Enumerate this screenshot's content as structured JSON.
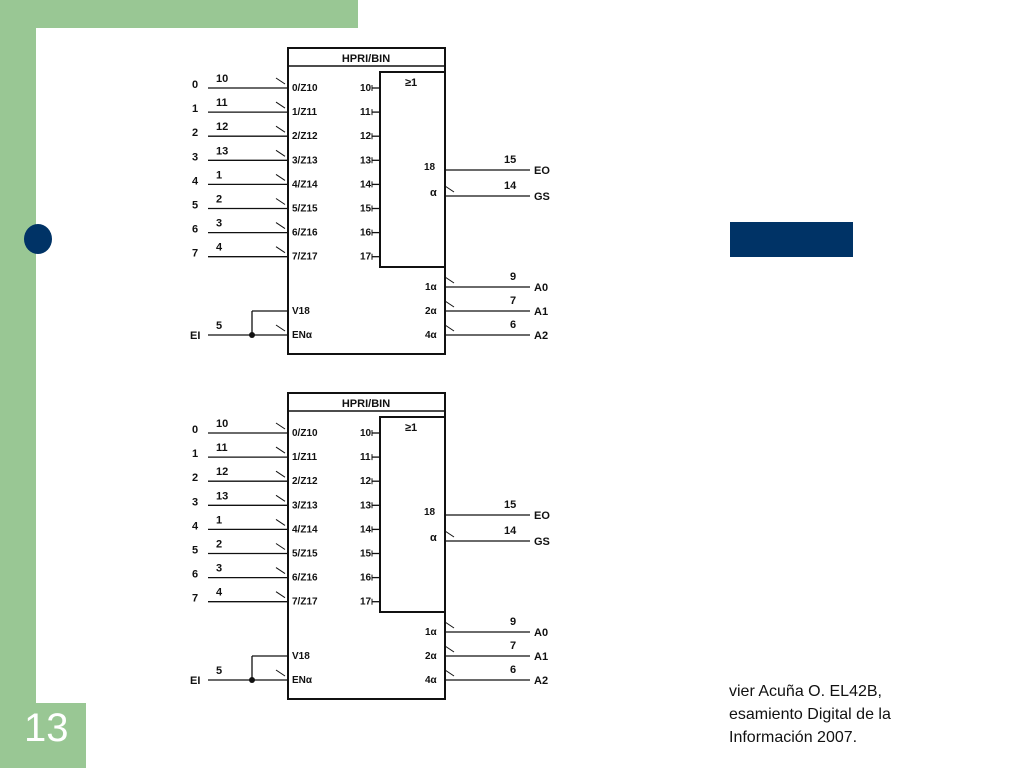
{
  "slide": {
    "number": "13"
  },
  "footer": {
    "line1": "vier Acuña O. EL42B,",
    "line2": "esamiento Digital de la",
    "line3": "Información 2007."
  },
  "diagram": {
    "title": "HPRI/BIN",
    "or_symbol": "≥1",
    "inputs": [
      {
        "label": "0",
        "pin": "10",
        "inner": "0/Z10",
        "out": "10"
      },
      {
        "label": "1",
        "pin": "11",
        "inner": "1/Z11",
        "out": "11"
      },
      {
        "label": "2",
        "pin": "12",
        "inner": "2/Z12",
        "out": "12"
      },
      {
        "label": "3",
        "pin": "13",
        "inner": "3/Z13",
        "out": "13"
      },
      {
        "label": "4",
        "pin": "1",
        "inner": "4/Z14",
        "out": "14"
      },
      {
        "label": "5",
        "pin": "2",
        "inner": "5/Z15",
        "out": "15"
      },
      {
        "label": "6",
        "pin": "3",
        "inner": "6/Z16",
        "out": "16"
      },
      {
        "label": "7",
        "pin": "4",
        "inner": "7/Z17",
        "out": "17"
      }
    ],
    "or_pin": "18",
    "alpha": "α",
    "eo_pin": "15",
    "eo_label": "EO",
    "gs_pin": "14",
    "gs_label": "GS",
    "v18": "V18",
    "en": "ENα",
    "ei_pin": "5",
    "ei_label": "EI",
    "outputs": [
      {
        "inner": "1α",
        "pin": "9",
        "label": "A0"
      },
      {
        "inner": "2α",
        "pin": "7",
        "label": "A1"
      },
      {
        "inner": "4α",
        "pin": "6",
        "label": "A2"
      }
    ]
  },
  "colors": {
    "green": "#99c794",
    "navy": "#003366"
  }
}
